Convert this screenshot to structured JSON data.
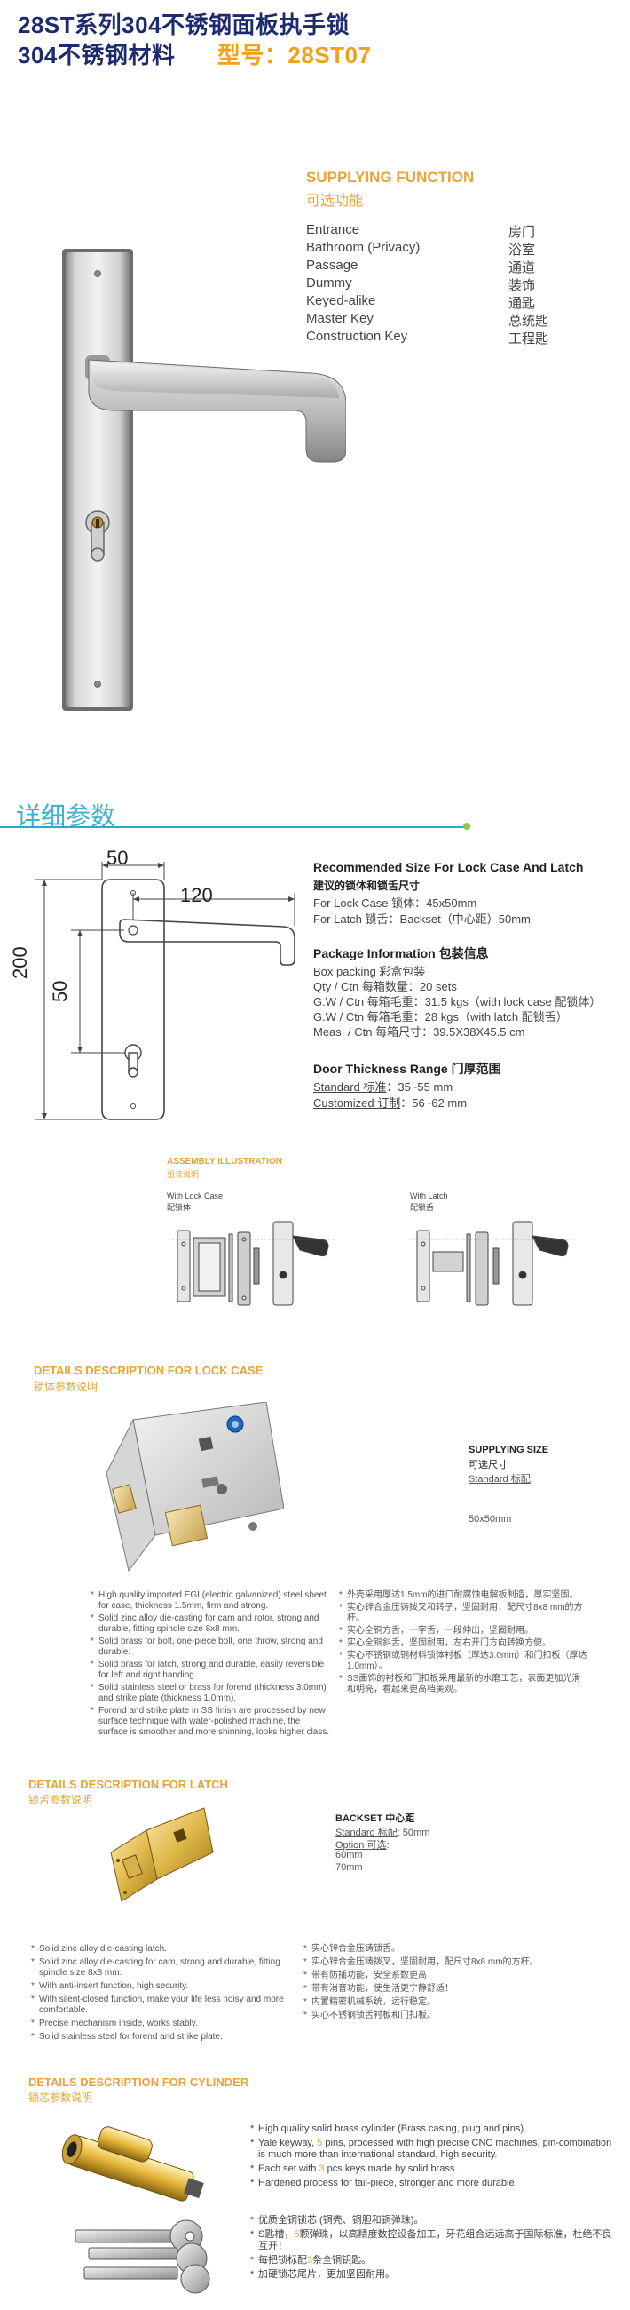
{
  "header": {
    "line1": "28ST系列304不锈钢面板执手锁",
    "line2_left": "304不锈钢材料",
    "line2_label": "型号：",
    "line2_model": "28ST07"
  },
  "supplying": {
    "title": "SUPPLYING FUNCTION",
    "subtitle": "可选功能",
    "rows": [
      {
        "en": "Entrance",
        "cn": "房门"
      },
      {
        "en": "Bathroom (Privacy)",
        "cn": "浴室"
      },
      {
        "en": "Passage",
        "cn": "通道"
      },
      {
        "en": "Dummy",
        "cn": "装饰"
      },
      {
        "en": "Keyed-alike",
        "cn": "通匙"
      },
      {
        "en": "Master Key",
        "cn": "总统匙"
      },
      {
        "en": "Construction Key",
        "cn": "工程匙"
      }
    ]
  },
  "details_section": {
    "title": "详细参数"
  },
  "dimensions": {
    "width": "50",
    "reach": "120",
    "height": "200",
    "center": "50"
  },
  "lock_case_size": {
    "title": "Recommended Size For Lock Case And Latch",
    "subtitle": "建议的锁体和锁舌尺寸",
    "line1": "For Lock Case 锁体：45x50mm",
    "line2": "For Latch 锁舌：Backset（中心距）50mm"
  },
  "package": {
    "title": "Package  Information 包装信息",
    "line1": "Box packing 彩盒包装",
    "line2": "Qty / Ctn 每箱数量：20 sets",
    "line3": "G.W / Ctn 每箱毛重：31.5 kgs（with lock case 配锁体）",
    "line4": "G.W / Ctn 每箱毛重：28 kgs（with latch 配锁舌）",
    "line5": "Meas. / Ctn 每箱尺寸：39.5X38X45.5 cm"
  },
  "door_thickness": {
    "title": "Door Thickness Range 门厚范围",
    "std_label": "Standard 标准",
    "std_value": "：35~55 mm",
    "cust_label": "Customized 订制",
    "cust_value": "：56~62 mm"
  },
  "assembly": {
    "title": "ASSEMBLY ILLUSTRATION",
    "subtitle": "组装说明",
    "left_en": "With Lock Case",
    "left_cn": "配锁体",
    "right_en": "With Latch",
    "right_cn": "配锁舌"
  },
  "lock_case": {
    "title": "DETAILS DESCRIPTION FOR LOCK CASE",
    "subtitle": "锁体参数说明",
    "supply_title": "SUPPLYING SIZE",
    "supply_cn": "可选尺寸",
    "std_label": "Standard 标配",
    "std_colon": ":",
    "size": "50x50mm",
    "en_bullets": [
      "High quality imported EGI (electric galvanized) steel sheet for case, thickness 1.5mm, firm and strong.",
      "Solid zinc alloy die-casting for cam and rotor, strong and durable, fitting spindle size 8x8 mm.",
      "Solid brass for bolt, one-piece bolt, one throw, strong and durable.",
      "Solid brass for latch, strong and durable, easily reversible for left and right handing.",
      "Solid stainless steel or brass for forend (thickness 3.0mm) and strike plate (thickness 1.0mm).",
      "Forend and strike plate in SS finish are processed by new surface technique with water-polished machine, the surface is smoother and more shinning, looks higher class."
    ],
    "cn_bullets": [
      "外壳采用厚达1.5mm的进口耐腐蚀电解板制造，厚实坚固。",
      "实心锌合金压铸拨叉和转子，坚固耐用，配尺寸8x8 mm的方杆。",
      "实心全铜方舌，一字舌，一段伸出，坚固耐用。",
      "实心全铜斜舌，坚固耐用，左右开门方向转换方便。",
      "实心不锈钢或铜材料锁体衬板（厚达3.0mm）和门扣板（厚达1.0mm）。",
      "SS面饰的衬板和门扣板采用最新的水磨工艺，表面更加光滑和明亮，看起来更高档美观。"
    ]
  },
  "latch": {
    "title": "DETAILS DESCRIPTION FOR LATCH",
    "subtitle": "锁舌参数说明",
    "backset_title": "BACKSET 中心距",
    "std_label": "Standard 标配",
    "std_value": ": 50mm",
    "opt_label": "Option 可选",
    "opt_colon": ":",
    "opt1": "60mm",
    "opt2": "70mm",
    "en_bullets": [
      "Solid zinc alloy die-casting latch.",
      "Solid zinc alloy die-casting for cam, strong and durable, fitting spindle size 8x8 mm.",
      "With anti-insert function, high security.",
      "With silent-closed function, make your life less noisy and more comfortable.",
      "Precise mechanism inside, works stably.",
      "Solid stainless steel for forend and strike plate."
    ],
    "cn_bullets": [
      "实心锌合金压铸锁舌。",
      "实心锌合金压铸拨叉，坚固耐用，配尺寸8x8 mm的方杆。",
      "带有防插功能，安全系数更高！",
      "带有消音功能，使生活更宁静舒适！",
      "内置精密机械系统，运行稳定。",
      "实心不锈钢锁舌衬板和门扣板。"
    ]
  },
  "cylinder": {
    "title": "DETAILS DESCRIPTION FOR CYLINDER",
    "subtitle": "锁芯参数说明",
    "en_bullets": [
      {
        "pre": "High quality solid brass cylinder (Brass casing, plug and pins).",
        "num": "",
        "post": ""
      },
      {
        "pre": "Yale keyway, ",
        "num": "5",
        "post": " pins, processed with high precise CNC machines, pin-combination is much more than international standard, high security."
      },
      {
        "pre": "Each set with ",
        "num": "3",
        "post": " pcs keys made by solid brass."
      },
      {
        "pre": "Hardened process for tail-piece, stronger and more durable.",
        "num": "",
        "post": ""
      }
    ],
    "cn_bullets": [
      {
        "pre": "优质全铜锁芯 (铜壳、铜胆和铜弹珠)。",
        "num": "",
        "post": ""
      },
      {
        "pre": "S匙槽，",
        "num": "5",
        "post": "颗弹珠，以高精度数控设备加工，牙花组合远远高于国际标准，杜绝不良互开！"
      },
      {
        "pre": "每把锁标配",
        "num": "3",
        "post": "条全铜钥匙。"
      },
      {
        "pre": "加硬锁芯尾片，更加坚固耐用。",
        "num": "",
        "post": ""
      }
    ]
  }
}
